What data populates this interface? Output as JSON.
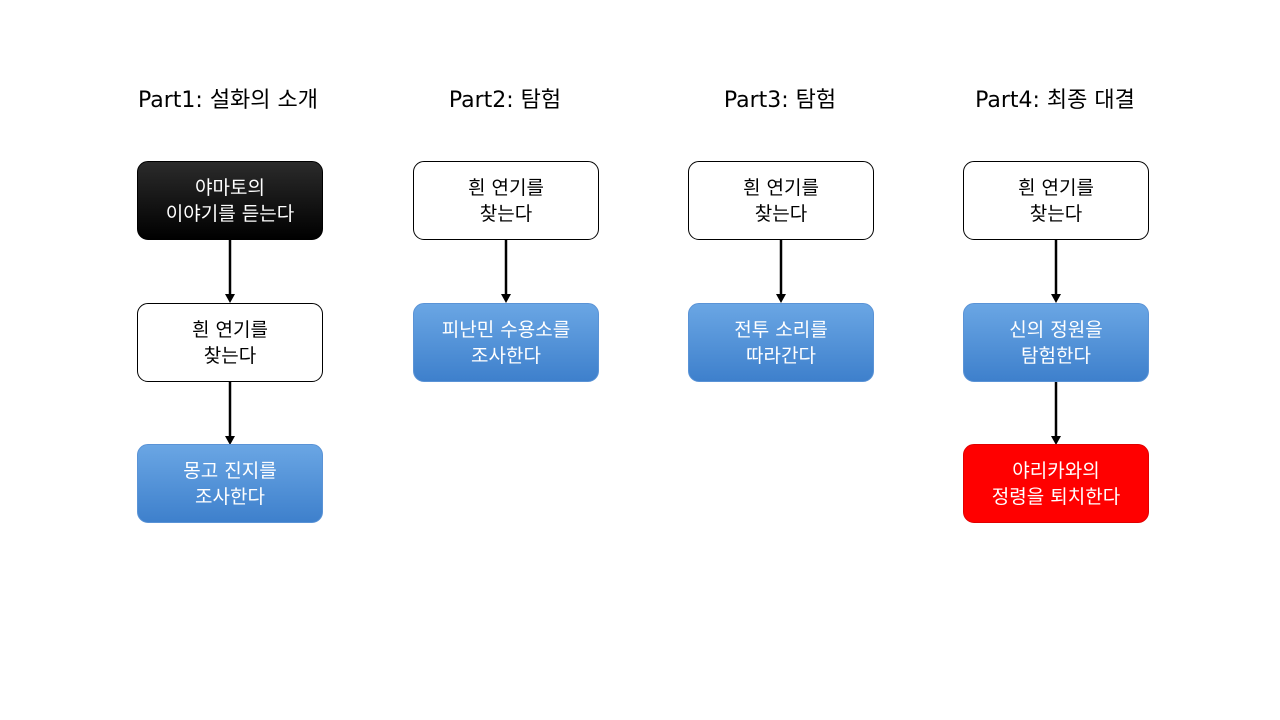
{
  "columns": [
    {
      "title": "Part1: 설화의 소개",
      "boxes": [
        {
          "text": "야마토의\n이야기를 듣는다",
          "style": "dark"
        },
        {
          "text": "흰 연기를\n찾는다",
          "style": "outline"
        },
        {
          "text": "몽고 진지를\n조사한다",
          "style": "blue"
        }
      ]
    },
    {
      "title": "Part2: 탐험",
      "boxes": [
        {
          "text": "흰 연기를\n찾는다",
          "style": "outline"
        },
        {
          "text": "피난민 수용소를\n조사한다",
          "style": "blue"
        }
      ]
    },
    {
      "title": "Part3: 탐험",
      "boxes": [
        {
          "text": "흰 연기를\n찾는다",
          "style": "outline"
        },
        {
          "text": "전투 소리를\n따라간다",
          "style": "blue"
        }
      ]
    },
    {
      "title": "Part4: 최종 대결",
      "boxes": [
        {
          "text": "흰 연기를\n찾는다",
          "style": "outline"
        },
        {
          "text": "신의 정원을\n탐험한다",
          "style": "blue"
        },
        {
          "text": "야리카와의\n정령을 퇴치한다",
          "style": "red"
        }
      ]
    }
  ],
  "colors": {
    "dark_box": "#000000",
    "blue_box": "#4f8fd8",
    "red_box": "#ff0000",
    "outline_box": "#ffffff",
    "arrow": "#000000"
  }
}
